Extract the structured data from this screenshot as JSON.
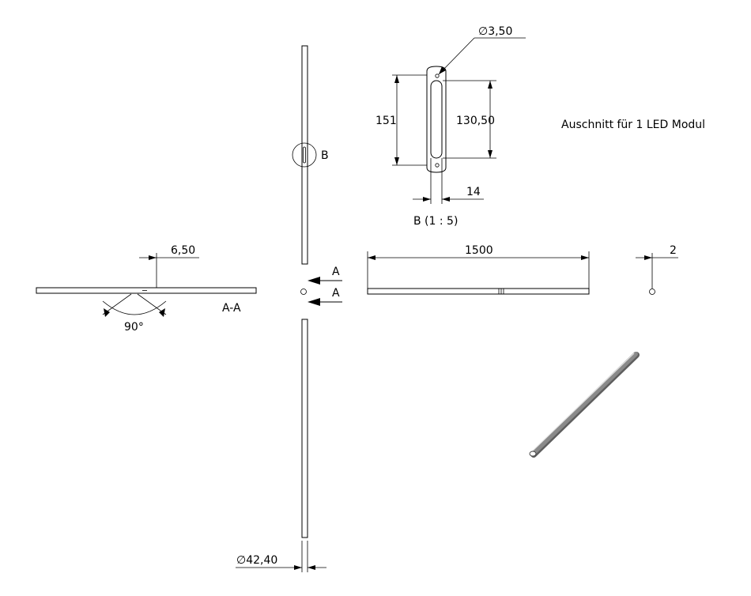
{
  "dimensions": {
    "hole_diameter": "∅3,50",
    "slot_height": "151",
    "slot_length": "130,50",
    "slot_width": "14",
    "offset": "6,50",
    "angle": "90°",
    "length": "1500",
    "wall": "2",
    "tube_diameter": "∅42,40"
  },
  "labels": {
    "detail_marker": "B",
    "detail_title": "B (1 : 5)",
    "section_marker_top": "A",
    "section_marker_bottom": "A",
    "section_title": "A-A",
    "note": "Auschnitt für 1 LED Modul"
  },
  "colors": {
    "line": "#000000",
    "tube_dark": "#6b6b6b",
    "tube_light": "#cfcfcf"
  }
}
